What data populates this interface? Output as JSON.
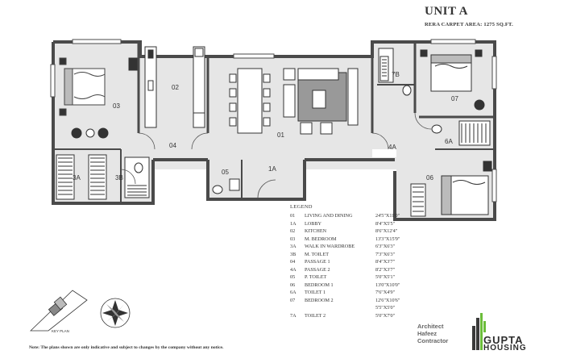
{
  "header": {
    "title": "UNIT A",
    "subtitle": "RERA CARPET AREA: 1275 SQ.FT."
  },
  "room_numbers": [
    "01",
    "1A",
    "02",
    "03",
    "3A",
    "3B",
    "04",
    "4A",
    "05",
    "06",
    "6A",
    "07",
    "7B"
  ],
  "legend": {
    "heading": "LEGEND",
    "rows": [
      {
        "code": "01",
        "name": "LIVING AND DINING",
        "dim": "24'5\"X11'0\""
      },
      {
        "code": "1A",
        "name": "LOBBY",
        "dim": "8'4\"X5'5\""
      },
      {
        "code": "02",
        "name": "KITCHEN",
        "dim": "8'6\"X12'4\""
      },
      {
        "code": "03",
        "name": "M. BEDROOM",
        "dim": "13'3\"X15'9\""
      },
      {
        "code": "3A",
        "name": "WALK IN WARDROBE",
        "dim": "6'3\"X6'3\""
      },
      {
        "code": "3B",
        "name": "M. TOILET",
        "dim": "7'3\"X6'3\""
      },
      {
        "code": "04",
        "name": "PASSAGE 1",
        "dim": "8'4\"X3'7\""
      },
      {
        "code": "4A",
        "name": "PASSAGE 2",
        "dim": "8'2\"X3'7\""
      },
      {
        "code": "05",
        "name": "P. TOILET",
        "dim": "5'0\"X5'1\""
      },
      {
        "code": "06",
        "name": "BEDROOM 1",
        "dim": "13'0\"X10'0\""
      },
      {
        "code": "6A",
        "name": "TOILET 1",
        "dim": "7'6\"X4'9\""
      },
      {
        "code": "07",
        "name": "BEDROOM 2",
        "dim": "12'6\"X10'6\""
      },
      {
        "code": "",
        "name": "",
        "dim": "5'5\"X5'0\""
      },
      {
        "code": "7A",
        "name": "TOILET 2",
        "dim": "5'0\"X7'0\""
      }
    ]
  },
  "key_plan_label": "KEY PLAN",
  "note": "Note: The plans shown are only indicative and subject to changes by the company without any notice.",
  "credits": {
    "line1": "Architect",
    "line2": "Hafeez",
    "line3": "Contractor"
  },
  "brand": {
    "word1": "GUPTA",
    "word2": "HOUSING"
  },
  "colors": {
    "floor": "#e6e6e6",
    "wall": "#4a4a4a",
    "furniture": "#444444",
    "brand_green": "#6bbd3a",
    "brand_dark": "#3a3a3a"
  },
  "icons": [
    "compass-rose-icon",
    "key-plan-icon",
    "gupta-housing-logo-icon"
  ]
}
